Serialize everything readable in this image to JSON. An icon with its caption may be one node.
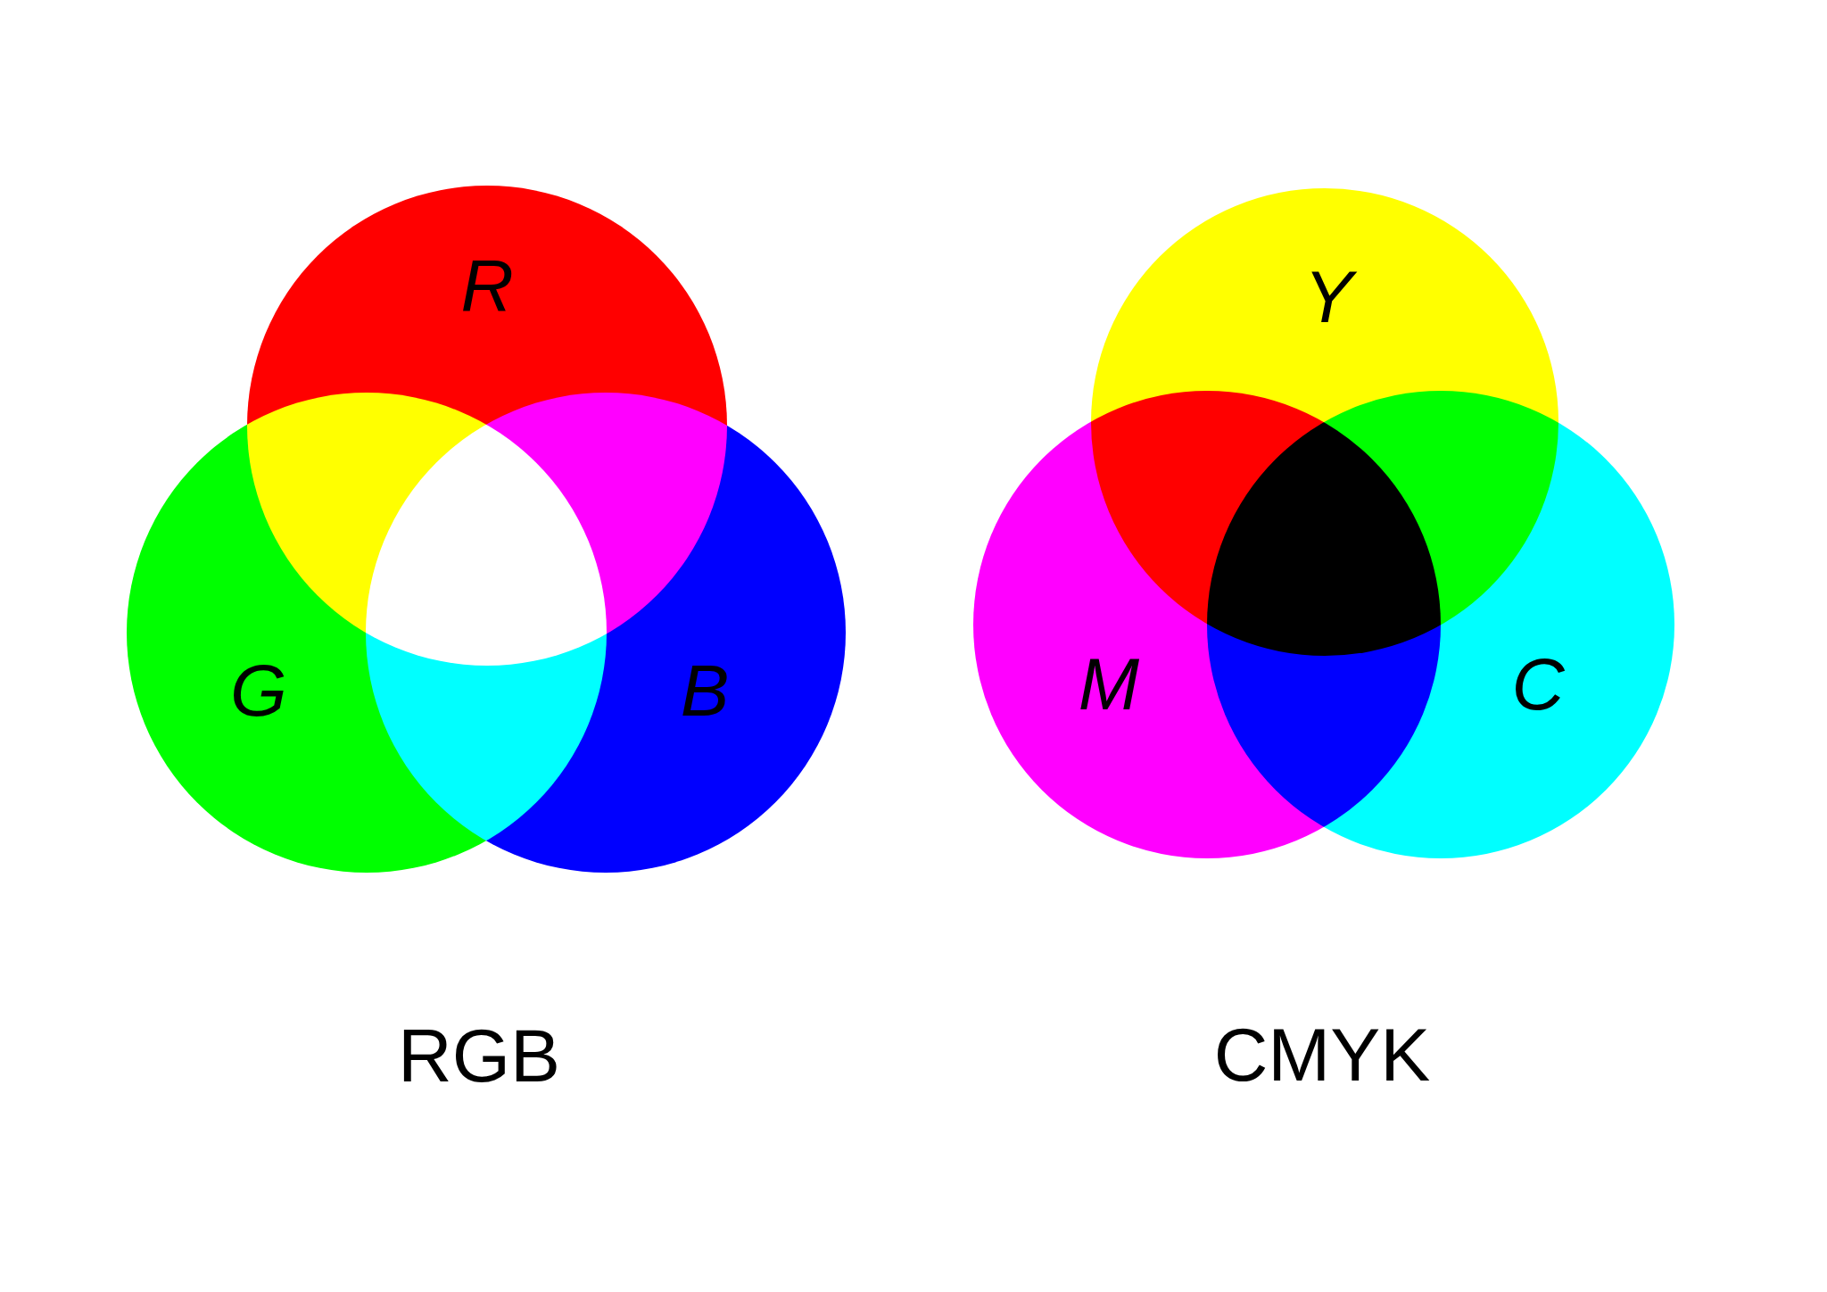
{
  "diagram": {
    "nodes": [
      {
        "text": [
          "R"
        ]
      },
      {
        "text": [
          "G"
        ]
      },
      {
        "text": [
          "B"
        ]
      },
      {
        "text": [
          "Y"
        ]
      },
      {
        "text": [
          "M"
        ]
      },
      {
        "text": [
          "C"
        ]
      }
    ],
    "labels": [
      "RGB",
      "CMYK"
    ]
  }
}
